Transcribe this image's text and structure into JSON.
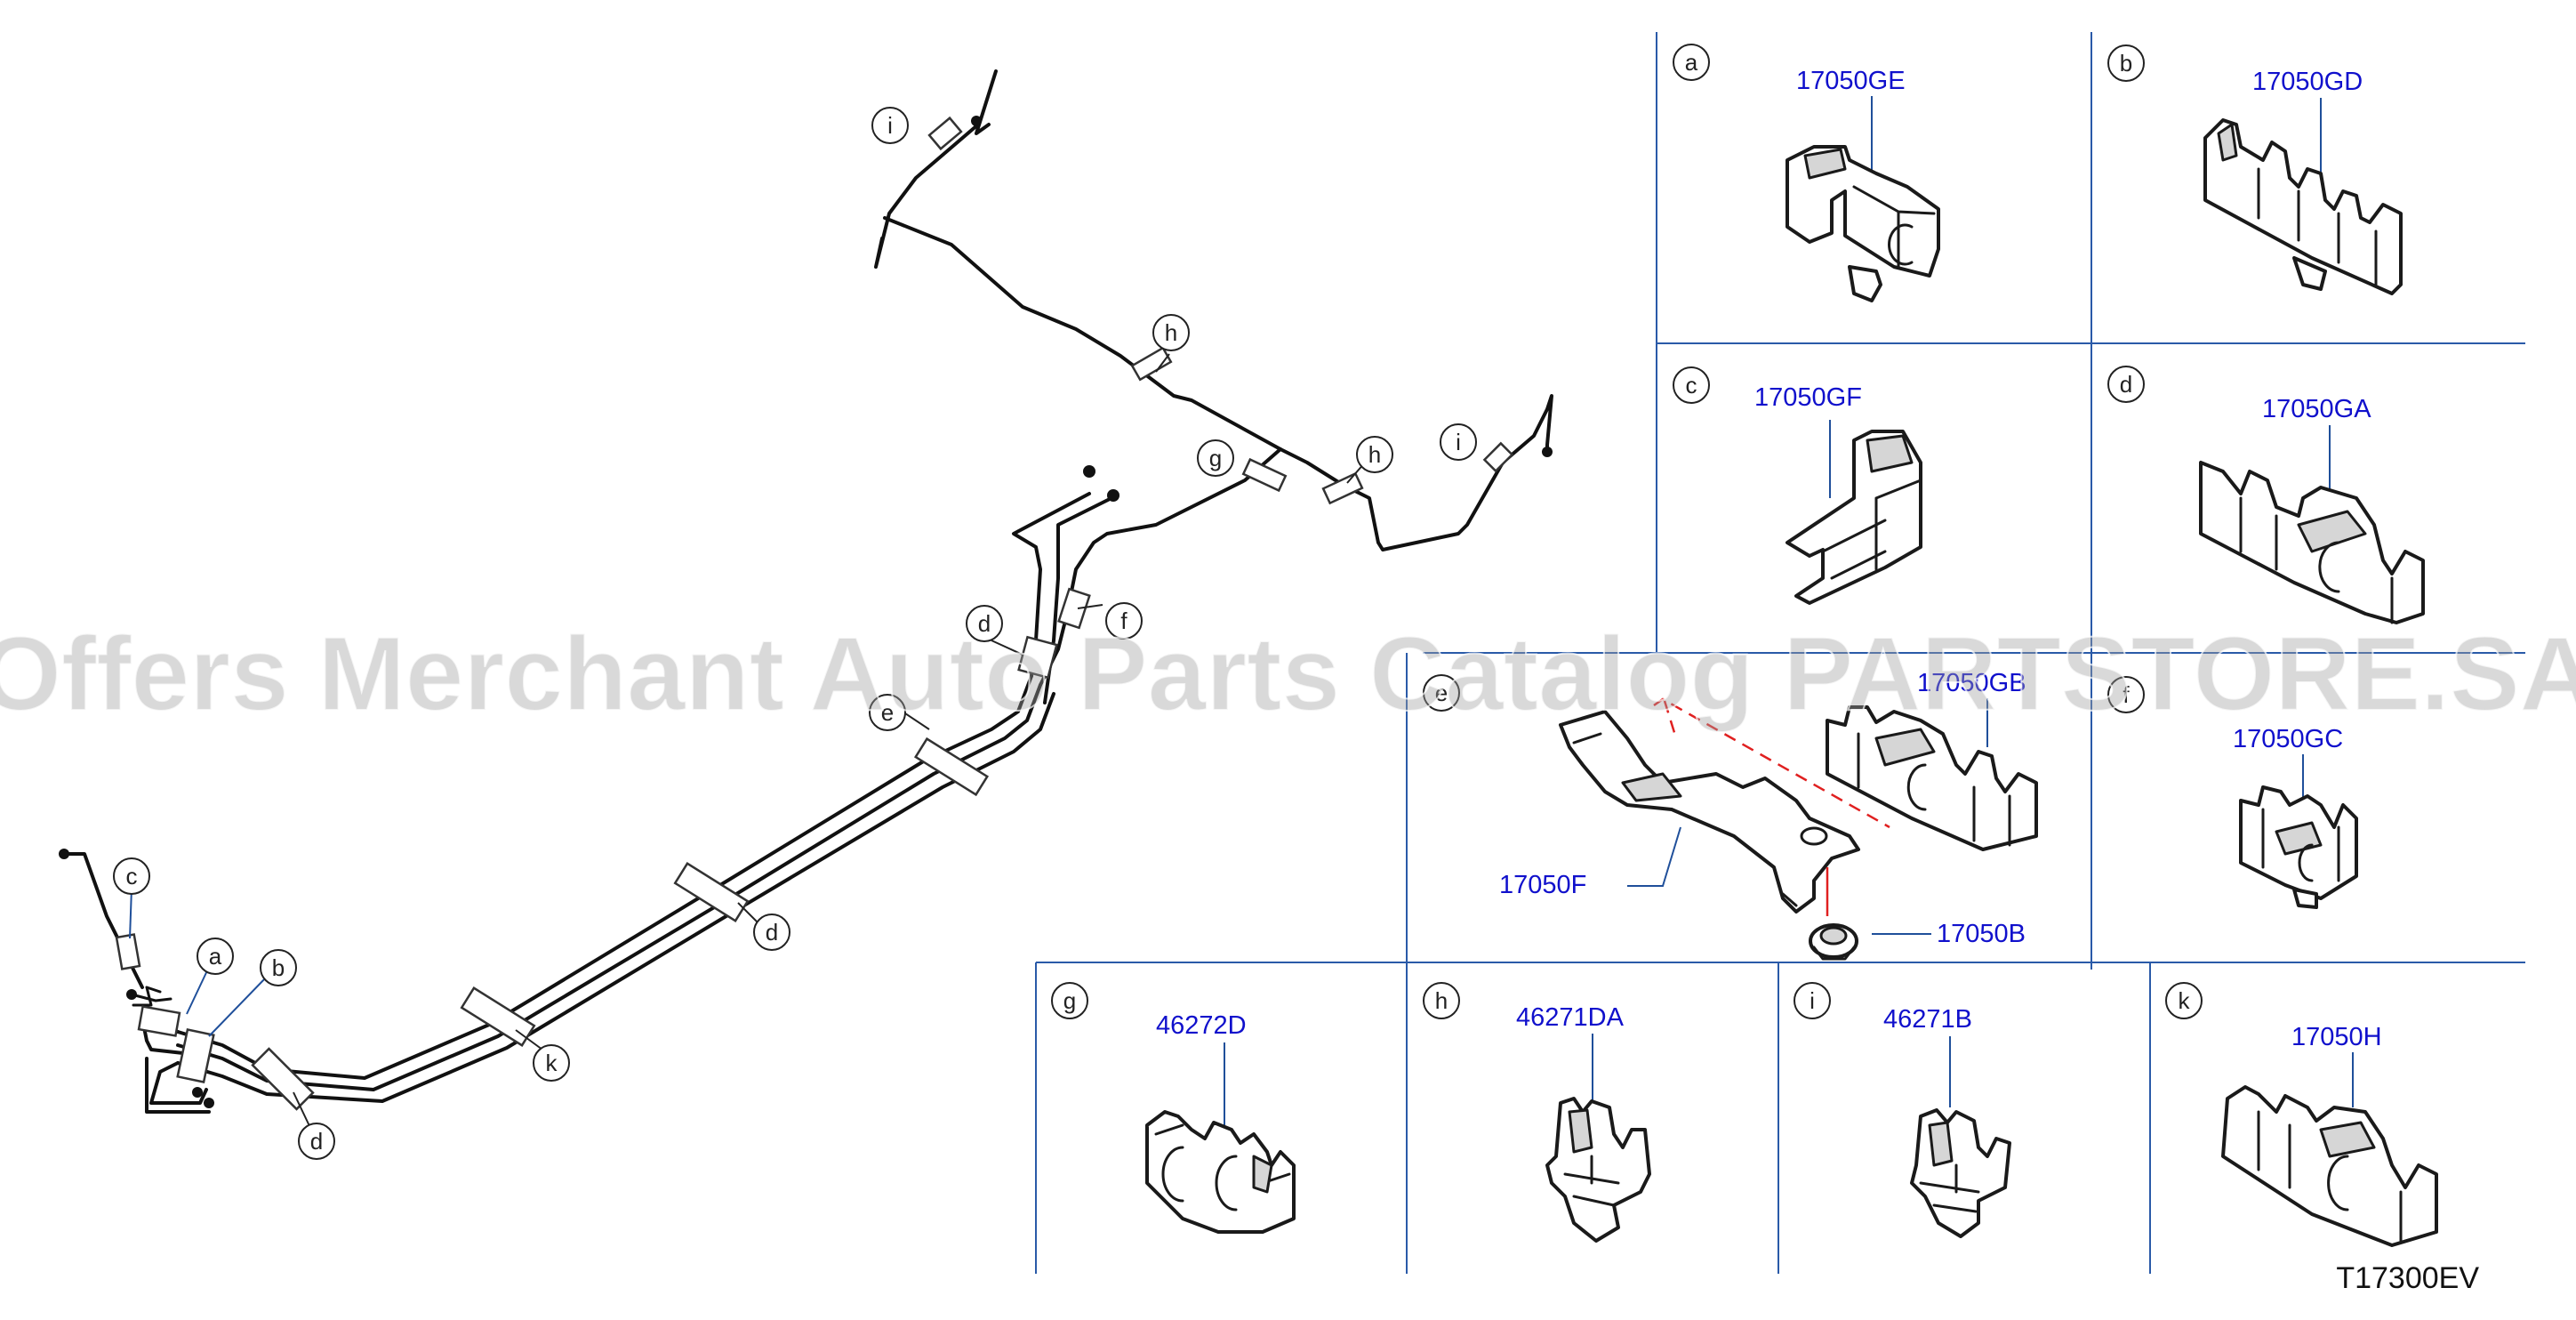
{
  "watermark": "Offers Merchant Auto Parts Catalog PARTSTORE.SA",
  "reference_code": "T17300EV",
  "callouts": {
    "i_top": "i",
    "h_top": "h",
    "g_mid": "g",
    "h_mid": "h",
    "i_right": "i",
    "d_upper": "d",
    "f": "f",
    "e": "e",
    "d_middle": "d",
    "k": "k",
    "c": "c",
    "a": "a",
    "b": "b",
    "d_lower": "d"
  },
  "panels": [
    {
      "letter": "a",
      "part_number": "17050GE"
    },
    {
      "letter": "b",
      "part_number": "17050GD"
    },
    {
      "letter": "c",
      "part_number": "17050GF"
    },
    {
      "letter": "d",
      "part_number": "17050GA"
    },
    {
      "letter": "e",
      "part_numbers": [
        "17050GB",
        "17050F",
        "17050B"
      ]
    },
    {
      "letter": "f",
      "part_number": "17050GC"
    },
    {
      "letter": "g",
      "part_number": "46272D"
    },
    {
      "letter": "h",
      "part_number": "46271DA"
    },
    {
      "letter": "i",
      "part_number": "46271B"
    },
    {
      "letter": "k",
      "part_number": "17050H"
    }
  ],
  "icons": {
    "tube_assembly": "brake-fuel-tube-routing",
    "clip": "tube-clip-icon",
    "bracket": "mounting-bracket-icon",
    "grommet": "grommet-icon"
  }
}
